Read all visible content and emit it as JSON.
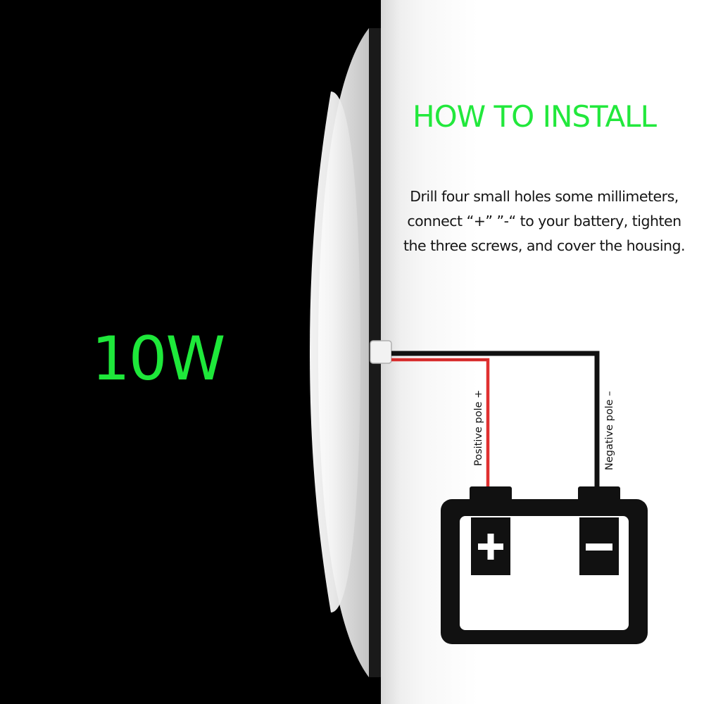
{
  "power_label": "10W",
  "title": "HOW TO INSTALL",
  "instructions": [
    "Drill four small holes some millimeters,",
    "connect “+” ”-“ to your battery, tighten",
    "the three screws, and cover the housing."
  ],
  "wires": {
    "positive_label": "Positive pole +",
    "negative_label": "Negative pole –"
  },
  "battery": {
    "positive_terminal_symbol": "plus-sign",
    "negative_terminal_symbol": "minus-sign"
  },
  "colors": {
    "accent_green": "#1ee83a",
    "positive_wire": "#e03030",
    "negative_wire": "#111111",
    "background_dark": "#000000",
    "background_light": "#ffffff"
  }
}
